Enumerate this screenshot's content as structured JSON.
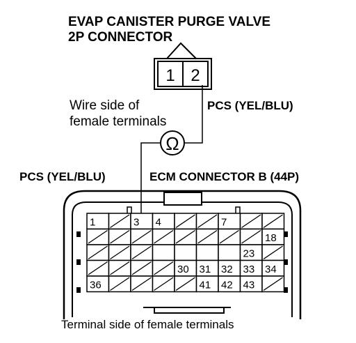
{
  "labels": {
    "title_line1": "EVAP CANISTER PURGE VALVE",
    "title_line2": "2P CONNECTOR",
    "wire_side_line1": "Wire side of",
    "wire_side_line2": "female terminals",
    "pcs_right": "PCS (YEL/BLU)",
    "pcs_left": "PCS (YEL/BLU)",
    "ecm_connector": "ECM CONNECTOR B (44P)",
    "terminal_side": "Terminal side of female terminals",
    "ohm_symbol": "Ω"
  },
  "purge_connector": {
    "pins": [
      "1",
      "2"
    ]
  },
  "ecm_connector": {
    "rows": [
      [
        "1",
        "",
        "3",
        "4",
        "",
        "",
        "7",
        "",
        ""
      ],
      [
        "",
        "",
        "",
        "",
        "",
        "",
        "",
        "",
        "18"
      ],
      [
        "",
        "",
        "",
        "",
        "",
        "",
        "",
        "23",
        ""
      ],
      [
        "",
        "",
        "",
        "",
        "30",
        "31",
        "32",
        "33",
        "34"
      ],
      [
        "36",
        "",
        "",
        "",
        "",
        "41",
        "42",
        "43",
        ""
      ]
    ]
  }
}
